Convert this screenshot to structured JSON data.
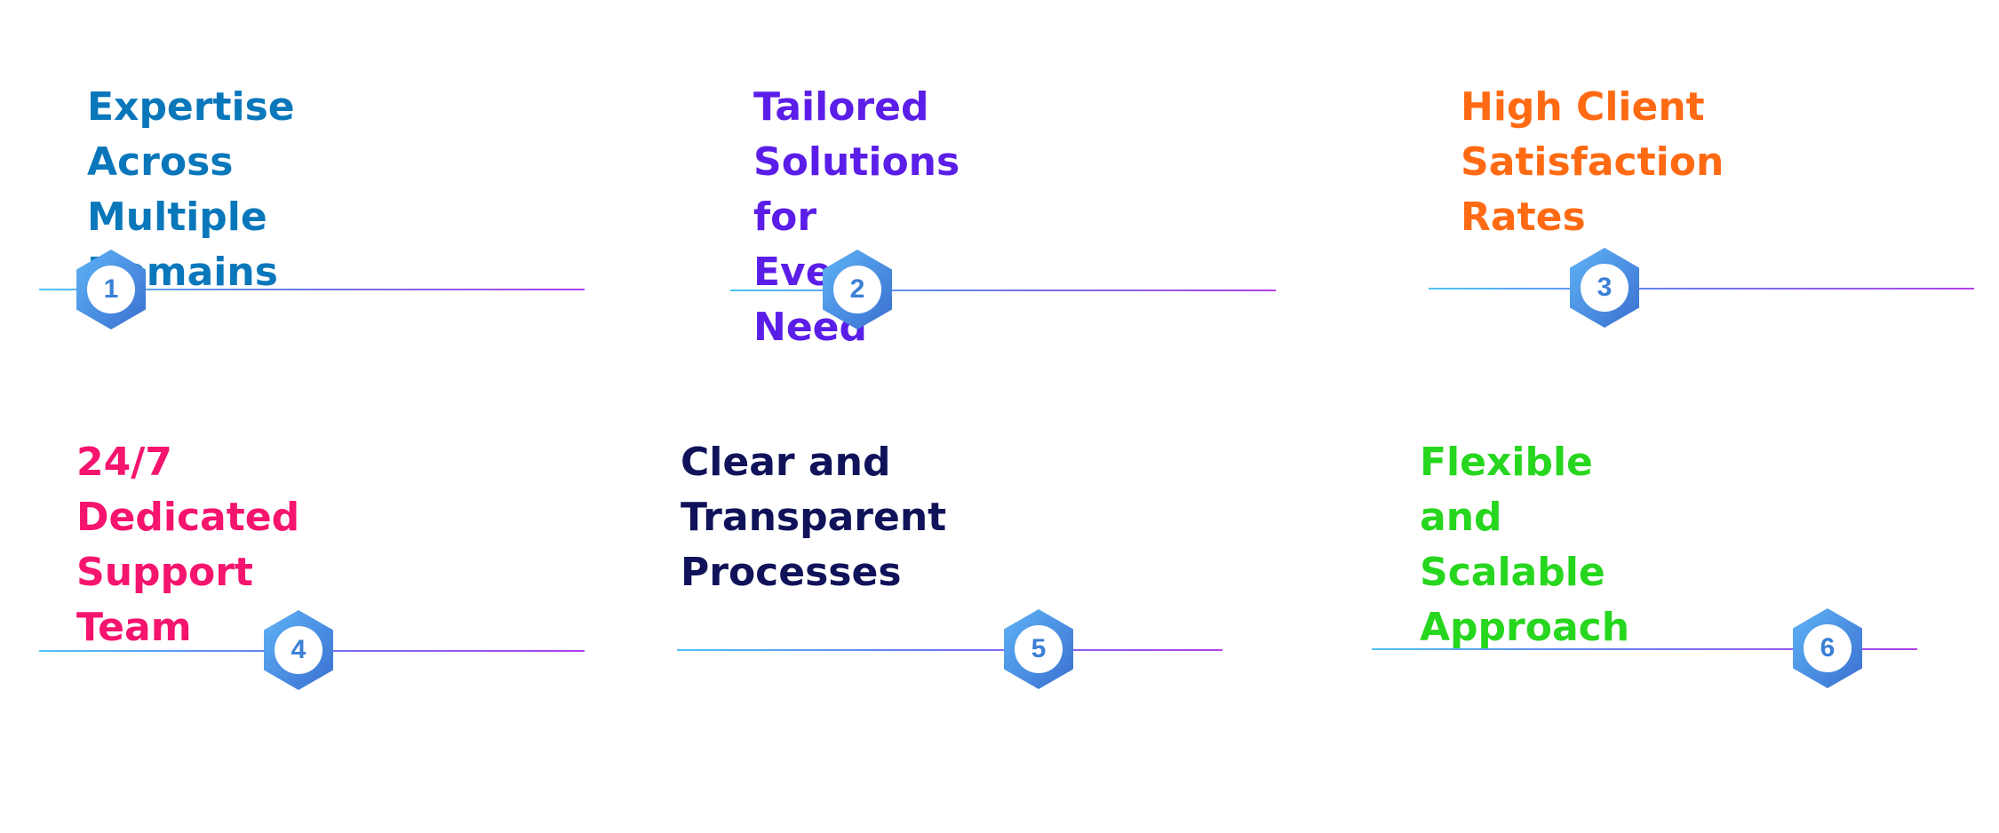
{
  "items": [
    {
      "number": "1",
      "title": "Expertise Across\nMultiple Domains",
      "color": "#0a77bb"
    },
    {
      "number": "2",
      "title": "Tailored Solutions for\nEvery Need",
      "color": "#5b1ee8"
    },
    {
      "number": "3",
      "title": "High Client Satisfaction\nRates",
      "color": "#ff6a13"
    },
    {
      "number": "4",
      "title": "24/7 Dedicated Support\nTeam",
      "color": "#f5146e"
    },
    {
      "number": "5",
      "title": " Clear and Transparent\nProcesses",
      "color": "#101359"
    },
    {
      "number": "6",
      "title": "Flexible and Scalable\nApproach",
      "color": "#27d61e"
    }
  ],
  "badge_icon": "hexagon-badge-icon"
}
